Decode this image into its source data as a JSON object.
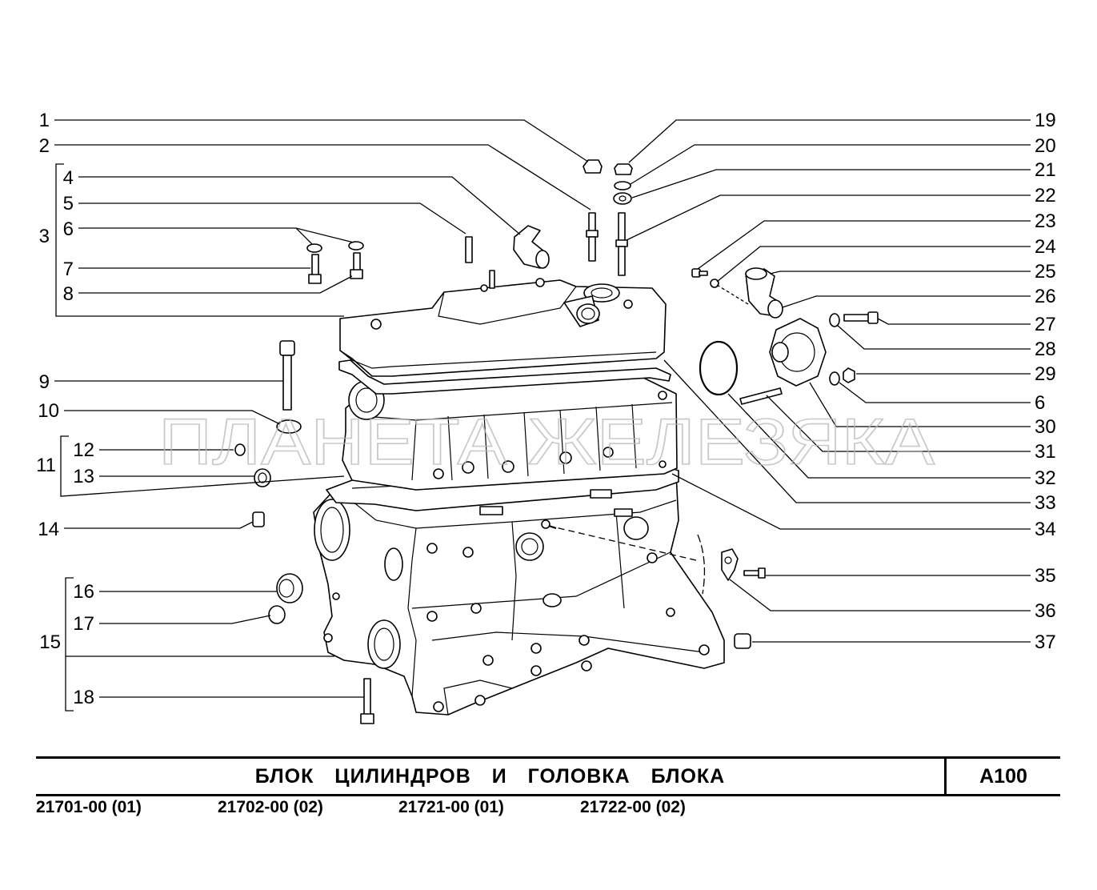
{
  "callouts": [
    "1",
    "2",
    "3",
    "4",
    "5",
    "6",
    "7",
    "8",
    "9",
    "10",
    "11",
    "12",
    "13",
    "14",
    "15",
    "16",
    "17",
    "18",
    "19",
    "20",
    "21",
    "22",
    "23",
    "24",
    "25",
    "26",
    "27",
    "28",
    "29",
    "6",
    "30",
    "31",
    "32",
    "33",
    "34",
    "35",
    "36",
    "37"
  ],
  "watermark": "ПЛАНЕТА ЖЕЛЕЗЯКА",
  "title": "БЛОК ЦИЛИНДРОВ И ГОЛОВКА БЛОКА",
  "code": "A100",
  "models": [
    "21701-00 (01)",
    "21702-00 (02)",
    "21721-00 (01)",
    "21722-00 (02)"
  ]
}
